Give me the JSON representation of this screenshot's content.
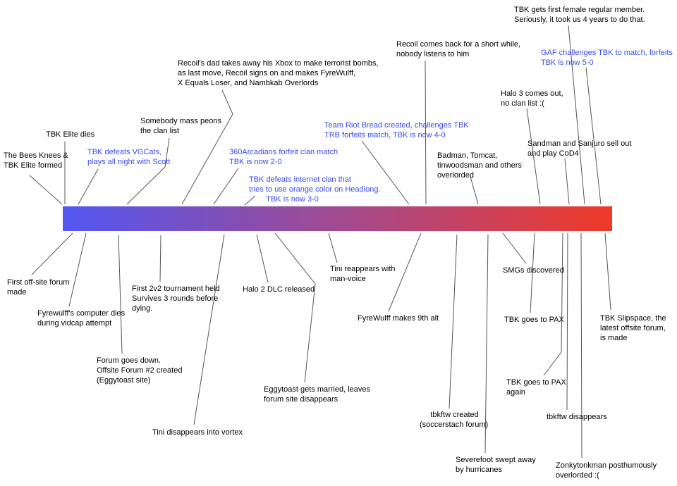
{
  "diagram": {
    "type": "timeline",
    "background": "#ffffff",
    "bar": {
      "gradient_start": "#5257f2",
      "gradient_mid": "#a14a90",
      "gradient_end": "#f03a29",
      "orientation": "horizontal"
    },
    "colors": {
      "default_text": "#000000",
      "highlight_text": "#3a4bef",
      "connector_line": "#555555"
    }
  },
  "events": [
    {
      "name": "bees-knees-formed",
      "side": "above",
      "highlight": false,
      "text": "The Bees Knees &\nTBK Elite formed"
    },
    {
      "name": "tbk-elite-dies",
      "side": "above",
      "highlight": false,
      "text": "TBK Elite dies"
    },
    {
      "name": "defeats-vgcats",
      "side": "above",
      "highlight": true,
      "text": "TBK defeats VGCats,\nplays all night with Scott"
    },
    {
      "name": "mass-peons",
      "side": "above",
      "highlight": false,
      "text": "Somebody mass peons\nthe clan list"
    },
    {
      "name": "recoils-dad",
      "side": "above",
      "highlight": false,
      "text": "Recoil's dad takes away his Xbox to make terrorist bombs,\nas last move, Recoil signs on and makes FyreWulff,\nX Equals Loser, and Nambkab Overlords"
    },
    {
      "name": "arcadians-forfeit",
      "side": "above",
      "highlight": true,
      "text": "360Arcadians forfeit clan match\nTBK is now 2-0"
    },
    {
      "name": "defeats-internet-clan",
      "side": "above",
      "highlight": true,
      "text": "TBK defeats internet clan that\ntries to use orange color on Headlong.\n        TBK is now 3-0"
    },
    {
      "name": "team-riot-bread",
      "side": "above",
      "highlight": true,
      "text": "Team Riot Bread created, challenges TBK\nTRB forfeits match, TBK is now 4-0"
    },
    {
      "name": "recoil-comes-back",
      "side": "above",
      "highlight": false,
      "text": "Recoil comes back for a short while,\nnobody listens to him"
    },
    {
      "name": "badman-overlorded",
      "side": "above",
      "highlight": false,
      "text": "Badman, Tomcat,\ntinwoodsman and others\noverlorded"
    },
    {
      "name": "halo3-out",
      "side": "above",
      "highlight": false,
      "text": "Halo 3 comes out,\nno clan list :("
    },
    {
      "name": "sandman-sanjuro",
      "side": "above",
      "highlight": false,
      "text": "Sandman and Sanjuro sell out\nand play CoD4"
    },
    {
      "name": "first-female-member",
      "side": "above",
      "highlight": false,
      "text": "TBK gets first female regular member.\nSeriously, it took us 4 years to do that."
    },
    {
      "name": "gaf-challenges",
      "side": "above",
      "highlight": true,
      "text": "GAF challenges TBK to match, forfeits\nTBK is now 5-0"
    },
    {
      "name": "first-offsite-forum",
      "side": "below",
      "highlight": false,
      "text": "First off-site forum\nmade"
    },
    {
      "name": "fyrewulff-computer-dies",
      "side": "below",
      "highlight": false,
      "text": "Fyrewulff's computer dies\nduring vidcap attempt"
    },
    {
      "name": "forum-goes-down",
      "side": "below",
      "highlight": false,
      "text": "Forum goes down.\nOffsite Forum #2 created\n(Eggytoast site)"
    },
    {
      "name": "first-2v2-tournament",
      "side": "below",
      "highlight": false,
      "text": "First 2v2 tournament held\nSurvives 3 rounds before\ndying."
    },
    {
      "name": "tini-vortex",
      "side": "below",
      "highlight": false,
      "text": "Tini disappears into vortex"
    },
    {
      "name": "halo2-dlc",
      "side": "below",
      "highlight": false,
      "text": "Halo 2 DLC released"
    },
    {
      "name": "eggytoast-married",
      "side": "below",
      "highlight": false,
      "text": "Eggytoast gets married, leaves\nforum site disappears"
    },
    {
      "name": "tini-reappears",
      "side": "below",
      "highlight": false,
      "text": "Tini reappears with\nman-voice"
    },
    {
      "name": "fyrewulff-9th-alt",
      "side": "below",
      "highlight": false,
      "text": "FyreWulff makes 9th alt"
    },
    {
      "name": "tbkftw-created",
      "side": "below",
      "highlight": false,
      "text": "     tbkftw created\n(soccerstach forum)"
    },
    {
      "name": "severefoot-hurricanes",
      "side": "below",
      "highlight": false,
      "text": "Severefoot swept away\nby hurricanes"
    },
    {
      "name": "smgs-discovered",
      "side": "below",
      "highlight": false,
      "text": "SMGs discovered"
    },
    {
      "name": "tbk-goes-pax",
      "side": "below",
      "highlight": false,
      "text": "TBK goes to PAX"
    },
    {
      "name": "tbk-goes-pax-again",
      "side": "below",
      "highlight": false,
      "text": "TBK goes to PAX\nagain"
    },
    {
      "name": "tbkftw-disappears",
      "side": "below",
      "highlight": false,
      "text": "tbkftw disappears"
    },
    {
      "name": "zonkytonkman",
      "side": "below",
      "highlight": false,
      "text": "Zonkytonkman posthumously\noverlorded :("
    },
    {
      "name": "tbk-slipspace",
      "side": "below",
      "highlight": false,
      "text": "TBK Slipspace, the\nlatest offsite forum,\nis made"
    }
  ]
}
